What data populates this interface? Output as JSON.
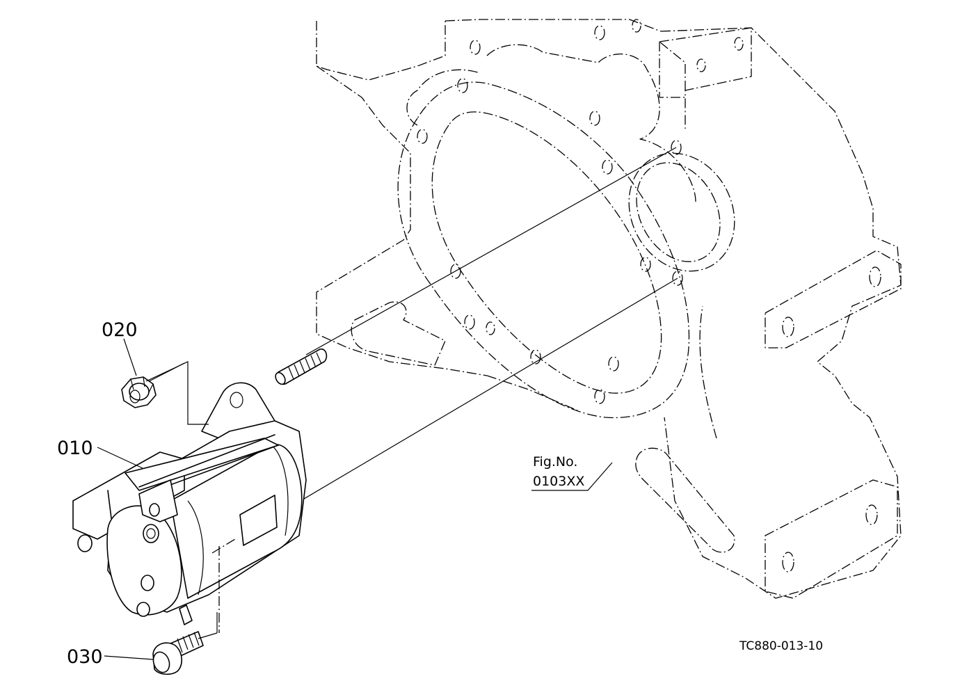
{
  "callouts": {
    "part_010": "010",
    "part_020": "020",
    "part_030": "030"
  },
  "figure_reference": {
    "line1": "Fig.No.",
    "line2": "0103XX"
  },
  "drawing_number": "TC880-013-10",
  "colors": {
    "ink": "#000000",
    "paper": "#ffffff"
  }
}
